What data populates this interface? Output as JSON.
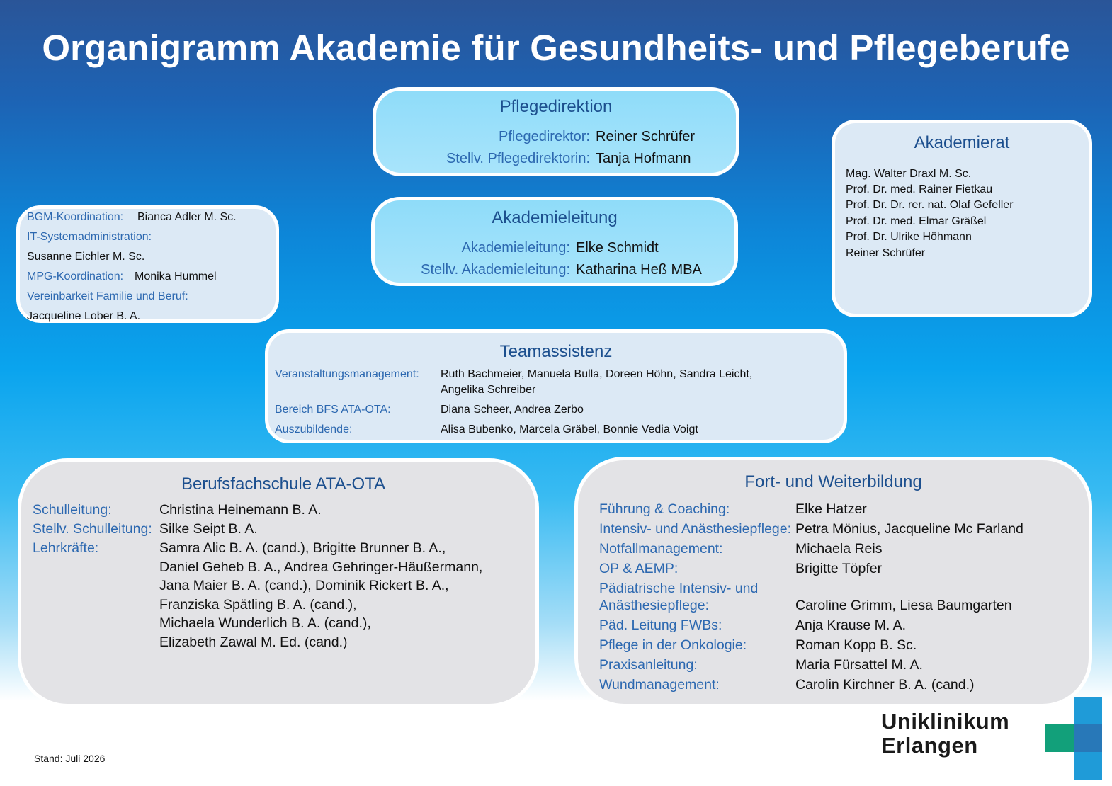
{
  "title": "Organigramm Akademie für Gesundheits- und Pflegeberufe",
  "pflegedirektion": {
    "heading": "Pflegedirektion",
    "rows": [
      {
        "label": "Pflegedirektor:",
        "value": "Reiner Schrüfer"
      },
      {
        "label": "Stellv. Pflegedirektorin:",
        "value": "Tanja Hofmann"
      }
    ]
  },
  "akademieleitung": {
    "heading": "Akademieleitung",
    "rows": [
      {
        "label": "Akademieleitung:",
        "value": "Elke Schmidt"
      },
      {
        "label": "Stellv. Akademieleitung:",
        "value": "Katharina Heß MBA"
      }
    ]
  },
  "akademierat": {
    "heading": "Akademierat",
    "members": [
      "Mag. Walter Draxl M. Sc.",
      "Prof. Dr. med. Rainer Fietkau",
      "Prof. Dr. Dr. rer. nat. Olaf Gefeller",
      "Prof. Dr. med. Elmar Gräßel",
      "Prof. Dr. Ulrike Höhmann",
      "Reiner Schrüfer"
    ]
  },
  "koordination": {
    "bgm_label": "BGM-Koordination:",
    "bgm_value": "Bianca Adler M. Sc.",
    "it_label": "IT-Systemadministration:",
    "it_value": "Susanne Eichler M. Sc.",
    "mpg_label": "MPG-Koordination:",
    "mpg_value": "Monika Hummel",
    "verein_label": "Vereinbarkeit Familie und Beruf:",
    "verein_value": "Jacqueline Lober B. A."
  },
  "teamassistenz": {
    "heading": "Teamassistenz",
    "rows": [
      {
        "label": "Veranstaltungsmanagement:",
        "value": "Ruth Bachmeier, Manuela Bulla, Doreen Höhn, Sandra Leicht,",
        "value2": "Angelika Schreiber"
      },
      {
        "label": "Bereich BFS ATA-OTA:",
        "value": "Diana Scheer, Andrea Zerbo"
      },
      {
        "label": "Auszubildende:",
        "value": "Alisa Bubenko, Marcela Gräbel, Bonnie Vedia Voigt"
      }
    ]
  },
  "berufsfachschule": {
    "heading": "Berufsfachschule ATA-OTA",
    "schulleitung_label": "Schulleitung:",
    "schulleitung_value": "Christina Heinemann B. A.",
    "stellv_label": "Stellv. Schulleitung:",
    "stellv_value": "Silke Seipt B. A.",
    "lehrkraefte_label": "Lehrkräfte:",
    "lehrkraefte_lines": [
      "Samra Alic B. A. (cand.), Brigitte Brunner B. A.,",
      "Daniel Geheb B. A., Andrea Gehringer-Häußermann,",
      "Jana Maier B. A. (cand.), Dominik Rickert B. A.,",
      "Franziska Spätling B. A. (cand.),",
      "Michaela Wunderlich B. A. (cand.),",
      "Elizabeth Zawal M. Ed. (cand.)"
    ]
  },
  "fortbildung": {
    "heading": "Fort- und Weiterbildung",
    "rows": [
      {
        "label": "Führung & Coaching:",
        "value": "Elke Hatzer"
      },
      {
        "label": "Intensiv- und Anästhesiepflege:",
        "value": "Petra Mönius, Jacqueline Mc Farland"
      },
      {
        "label": "Notfallmanagement:",
        "value": "Michaela Reis"
      },
      {
        "label": "OP & AEMP:",
        "value": "Brigitte Töpfer"
      },
      {
        "label": "Pädiatrische Intensiv- und",
        "label2": "Anästhesiepflege:",
        "value": "Caroline Grimm, Liesa Baumgarten"
      },
      {
        "label": "Päd. Leitung FWBs:",
        "value": "Anja Krause M. A."
      },
      {
        "label": "Pflege in der Onkologie:",
        "value": "Roman Kopp B. Sc."
      },
      {
        "label": "Praxisanleitung:",
        "value": "Maria Fürsattel M. A."
      },
      {
        "label": "Wundmanagement:",
        "value": "Carolin Kirchner B. A. (cand.)"
      }
    ]
  },
  "footer": {
    "stand": "Stand: Juli 2026"
  },
  "logo": {
    "line1": "Uniklinikum",
    "line2": "Erlangen",
    "colors": [
      "#1f9bd8",
      "#12a07a",
      "#2878b8"
    ]
  }
}
